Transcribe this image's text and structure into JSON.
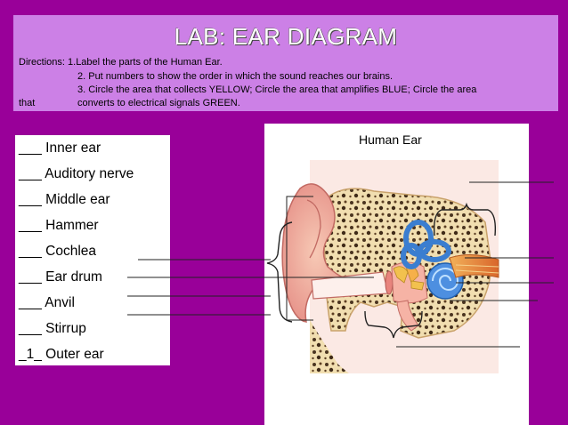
{
  "slide": {
    "title": "LAB:  EAR DIAGRAM",
    "directions": {
      "line1": "Directions:  1.Label the parts of the Human Ear.",
      "line2": "2.  Put numbers to show the order in which the sound reaches our brains.",
      "line3": "3. Circle the area that collects YELLOW; Circle the area that amplifies BLUE;  Circle the area",
      "line4_left": "that",
      "line4_right": "converts to electrical signals GREEN."
    },
    "word_bank": [
      "___ Inner ear",
      "___ Auditory nerve",
      "___ Middle ear",
      "___ Hammer",
      "___ Cochlea",
      "___ Ear drum",
      "___ Anvil",
      "___ Stirrup",
      "_1_ Outer ear"
    ],
    "diagram_caption": "Human Ear",
    "colors": {
      "background": "#990099",
      "header": "#cc80e6",
      "panel": "#ffffff"
    }
  }
}
